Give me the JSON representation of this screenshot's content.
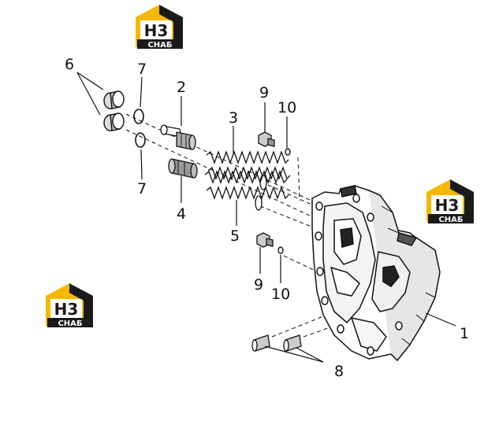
{
  "colors": {
    "logo_yellow": "#f5b800",
    "logo_black": "#1a1a1a",
    "line": "#111111"
  },
  "logo": {
    "mark": "H3",
    "word": "СНАБ"
  },
  "callouts": {
    "part_1": "1",
    "part_2": "2",
    "part_3": "3",
    "part_4": "4",
    "part_5": "5",
    "part_6": "6",
    "part_7_top": "7",
    "part_7_bottom": "7",
    "part_8": "8",
    "part_9_top": "9",
    "part_9_bottom": "9",
    "part_10_top": "10",
    "part_10_bottom": "10"
  }
}
